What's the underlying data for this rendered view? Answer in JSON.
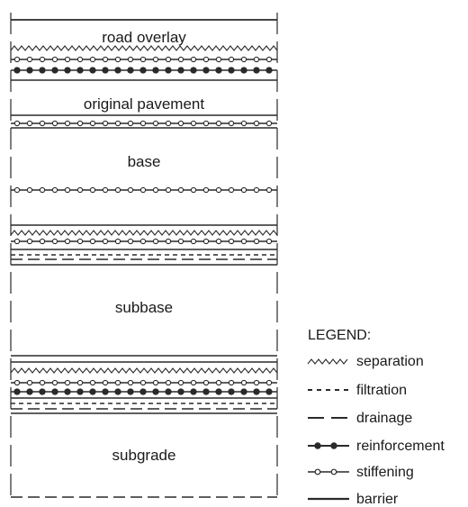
{
  "layers": [
    {
      "id": "road-overlay",
      "label": "road overlay"
    },
    {
      "id": "original-pavement",
      "label": "original pavement"
    },
    {
      "id": "base",
      "label": "base"
    },
    {
      "id": "subbase",
      "label": "subbase"
    },
    {
      "id": "subgrade",
      "label": "subgrade"
    }
  ],
  "legend": {
    "title": "LEGEND:",
    "items": [
      {
        "type": "separation",
        "label": "separation"
      },
      {
        "type": "filtration",
        "label": "filtration"
      },
      {
        "type": "drainage",
        "label": "drainage"
      },
      {
        "type": "reinforcement",
        "label": "reinforcement"
      },
      {
        "type": "stiffening",
        "label": "stiffening"
      },
      {
        "type": "barrier",
        "label": "barrier"
      }
    ]
  },
  "interfaces": [
    {
      "between": "road-overlay / original-pavement",
      "functions": [
        "barrier",
        "separation",
        "stiffening",
        "reinforcement",
        "barrier"
      ]
    },
    {
      "between": "original-pavement / base",
      "functions": [
        "barrier",
        "stiffening",
        "barrier"
      ]
    },
    {
      "between": "within base",
      "functions": [
        "stiffening"
      ]
    },
    {
      "between": "base / subbase",
      "functions": [
        "barrier",
        "separation",
        "stiffening",
        "barrier",
        "filtration",
        "drainage",
        "barrier"
      ]
    },
    {
      "between": "subbase / subgrade",
      "functions": [
        "barrier",
        "barrier",
        "separation",
        "stiffening",
        "reinforcement",
        "barrier",
        "filtration",
        "drainage",
        "barrier"
      ]
    },
    {
      "between": "subgrade bottom",
      "functions": [
        "drainage"
      ]
    }
  ]
}
